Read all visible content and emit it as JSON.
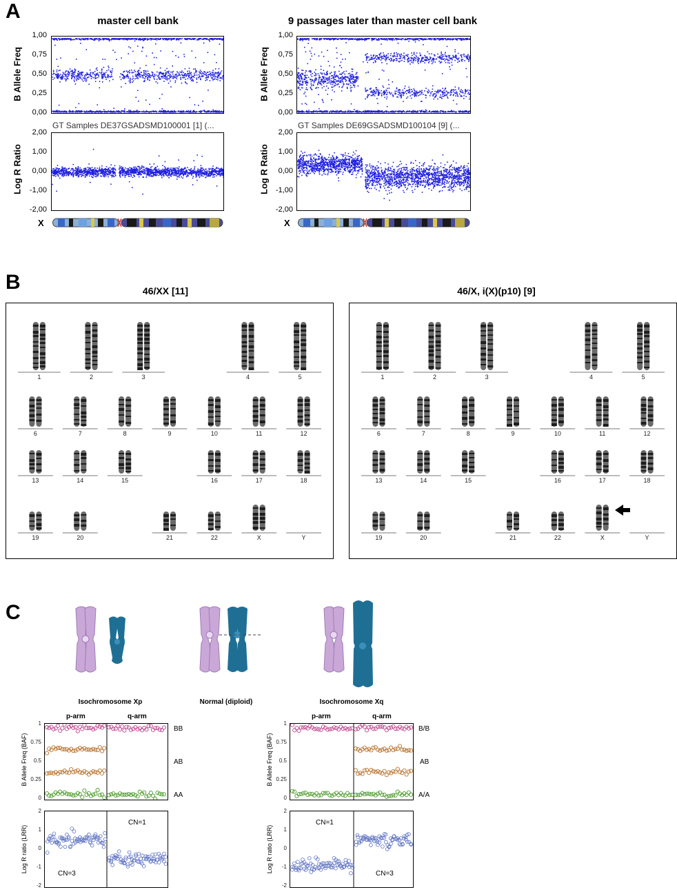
{
  "panels": {
    "a": "A",
    "b": "B",
    "c": "C"
  },
  "panelA": {
    "left_title": "master cell bank",
    "right_title": "9 passages later than master cell bank",
    "baf_ylabel": "B Allele Freq",
    "lrr_ylabel": "Log R Ratio",
    "baf_ticks": [
      "1,00",
      "0,75",
      "0,50",
      "0,25",
      "0,00"
    ],
    "lrr_ticks": [
      "2,00",
      "1,00",
      "0,00",
      "-1,00",
      "-2,00"
    ],
    "left_sample": "GT Samples DE37GSADSMD100001 [1] (...",
    "right_sample": "GT Samples DE69GSADSMD100104 [9] (...",
    "chrom_label": "X",
    "point_color": "#1f1fe0"
  },
  "panelB": {
    "left_title": "46/XX [11]",
    "right_title": "46/X, i(X)(p10) [9]",
    "chromosomes": [
      "1",
      "2",
      "3",
      "4",
      "5",
      "6",
      "7",
      "8",
      "9",
      "10",
      "11",
      "12",
      "13",
      "14",
      "15",
      "16",
      "17",
      "18",
      "19",
      "20",
      "21",
      "22",
      "X",
      "Y"
    ]
  },
  "panelC": {
    "labels": [
      "Isochromosome Xp",
      "Normal (diploid)",
      "Isochromosome Xq"
    ],
    "p_arm": "p-arm",
    "q_arm": "q-arm",
    "baf_ylabel": "B Allele Freq (BAF)",
    "lrr_ylabel": "Log R ratio (LRR)",
    "baf_ticks": [
      "1",
      "0.75",
      "0.5",
      "0.25",
      "0"
    ],
    "lrr_ticks": [
      "2",
      "1",
      "0",
      "-1",
      "-2"
    ],
    "left_side": [
      "BB",
      "AB",
      "AA"
    ],
    "right_side": [
      "B/B",
      "AB",
      "A/A"
    ],
    "left_cn_q": "CN=1",
    "left_cn_p": "CN=3",
    "right_cn_p": "CN=1",
    "right_cn_q": "CN=3",
    "colors": {
      "bb": "#c0458e",
      "ab": "#b8702a",
      "aa": "#4c9a2a",
      "lrr": "#5a6fc0",
      "pink_chr": "#c9a8d8",
      "blue_chr": "#1f6f95"
    }
  }
}
